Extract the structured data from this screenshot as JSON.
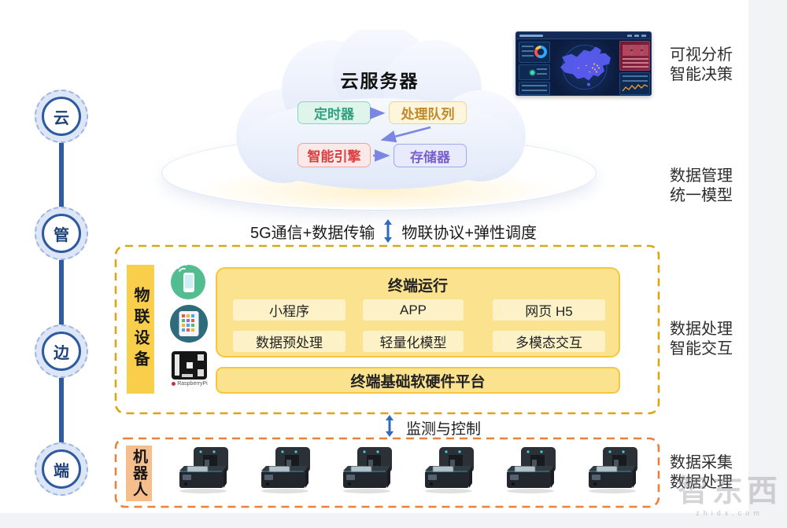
{
  "rail": {
    "items": [
      {
        "label": "云"
      },
      {
        "label": "管"
      },
      {
        "label": "边"
      },
      {
        "label": "端"
      }
    ]
  },
  "cloud": {
    "title": "云服务器",
    "timer": "定时器",
    "queue": "处理队列",
    "engine": "智能引擎",
    "storage": "存储器"
  },
  "links": {
    "upper_left": "5G通信+数据传输",
    "upper_right": "物联协议+弹性调度",
    "lower": "监测与控制"
  },
  "annotations": {
    "a1": {
      "line1": "可视分析",
      "line2": "智能决策"
    },
    "a2": {
      "line1": "数据管理",
      "line2": "统一模型"
    },
    "a3": {
      "line1": "数据处理",
      "line2": "智能交互"
    },
    "a4": {
      "line1": "数据采集",
      "line2": "数据处理"
    }
  },
  "edge_box": {
    "side_label": "物联设备",
    "runtime_title": "终端运行",
    "cells": [
      "小程序",
      "APP",
      "网页 H5",
      "数据预处理",
      "轻量化模型",
      "多模态交互"
    ],
    "platform": "终端基础软硬件平台",
    "raspberry_caption": "RaspberryPi",
    "icons": [
      "smartphone-icon",
      "tablet-icon",
      "raspberry-pi-icon"
    ]
  },
  "device_box": {
    "side_label": "机器人",
    "robot_count": 6
  },
  "watermark": {
    "brand": "智东西",
    "domain": "zhidx.com"
  },
  "colors": {
    "rail_blue": "#2d5aa0",
    "arrow_purple": "#7b85e2",
    "link_arrow_blue": "#2e6bc0",
    "edge_dash_yellow": "#dba513",
    "device_dash_orange": "#e8813c",
    "edge_fill_yellow": "#fbe28e",
    "side_label_yellow": "#f8ce4b",
    "side_label_peach": "#f6bd8d"
  }
}
